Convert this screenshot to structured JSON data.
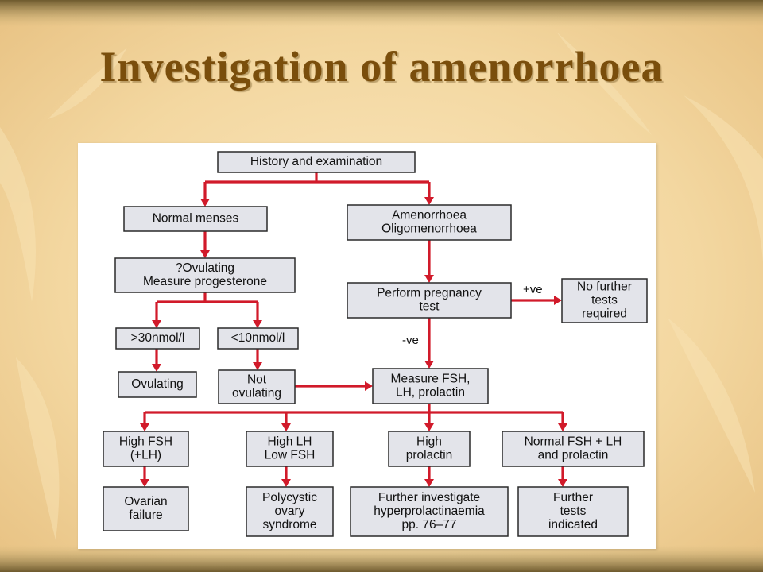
{
  "slide": {
    "title": "Investigation of amenorrhoea"
  },
  "flowchart": {
    "nodes": [
      {
        "id": "history",
        "lines": [
          "History and examination"
        ]
      },
      {
        "id": "normal-menses",
        "lines": [
          "Normal menses"
        ]
      },
      {
        "id": "amenorrhoea",
        "lines": [
          "Amenorrhoea",
          "Oligomenorrhoea"
        ]
      },
      {
        "id": "ovulating-q",
        "lines": [
          "?Ovulating",
          "Measure progesterone"
        ]
      },
      {
        "id": "pregnancy-test",
        "lines": [
          "Perform pregnancy",
          "test"
        ]
      },
      {
        "id": "no-further",
        "lines": [
          "No further",
          "tests",
          "required"
        ]
      },
      {
        "id": "gt30",
        "lines": [
          ">30nmol/l"
        ]
      },
      {
        "id": "lt10",
        "lines": [
          "<10nmol/l"
        ]
      },
      {
        "id": "ovulating",
        "lines": [
          "Ovulating"
        ]
      },
      {
        "id": "not-ovulating",
        "lines": [
          "Not",
          "ovulating"
        ]
      },
      {
        "id": "measure-fsh",
        "lines": [
          "Measure FSH,",
          "LH, prolactin"
        ]
      },
      {
        "id": "high-fsh",
        "lines": [
          "High FSH",
          "(+LH)"
        ]
      },
      {
        "id": "high-lh",
        "lines": [
          "High LH",
          "Low FSH"
        ]
      },
      {
        "id": "high-prolactin",
        "lines": [
          "High",
          "prolactin"
        ]
      },
      {
        "id": "normal-fsh-lh",
        "lines": [
          "Normal FSH + LH",
          "and prolactin"
        ]
      },
      {
        "id": "ovarian-failure",
        "lines": [
          "Ovarian",
          "failure"
        ]
      },
      {
        "id": "pcos",
        "lines": [
          "Polycystic",
          "ovary",
          "syndrome"
        ]
      },
      {
        "id": "hyperprolactinaemia",
        "lines": [
          "Further investigate",
          "hyperprolactinaemia",
          "pp. 76–77"
        ]
      },
      {
        "id": "further-tests",
        "lines": [
          "Further",
          "tests",
          "indicated"
        ]
      }
    ],
    "edge_labels": {
      "positive": "+ve",
      "negative": "-ve"
    }
  },
  "colors": {
    "arrow": "#d11a2a",
    "node_fill": "#e3e4ea",
    "title": "#7a4e0c"
  }
}
